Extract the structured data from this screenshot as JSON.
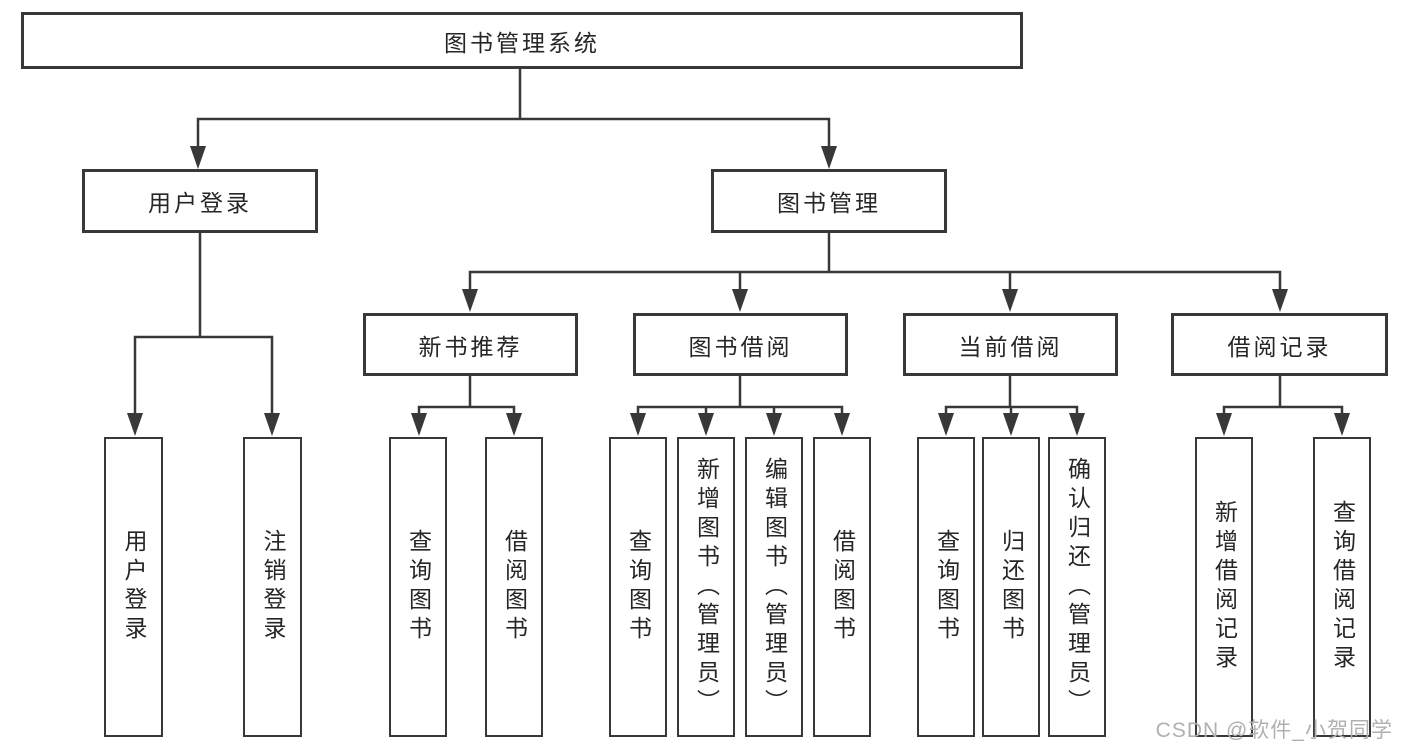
{
  "diagram_title": "图书管理系统",
  "nodes": {
    "root": "图书管理系统",
    "user_login": "用户登录",
    "book_mgmt": "图书管理",
    "new_book_rec": "新书推荐",
    "book_borrow": "图书借阅",
    "current_borrow": "当前借阅",
    "borrow_record": "借阅记录",
    "leaves": {
      "user_login": [
        "用户登录",
        "注销登录"
      ],
      "new_book_rec": [
        "查询图书",
        "借阅图书"
      ],
      "book_borrow": [
        "查询图书",
        "新增图书（管理员）",
        "编辑图书（管理员）",
        "借阅图书"
      ],
      "current_borrow": [
        "查询图书",
        "归还图书",
        "确认归还（管理员）"
      ],
      "borrow_record": [
        "新增借阅记录",
        "查询借阅记录"
      ]
    }
  },
  "watermark": "CSDN @软件_小贺同学",
  "colors": {
    "line": "#383838",
    "box_border": "#383838",
    "text": "#262626",
    "watermark": "#b0b0b0",
    "background": "#ffffff"
  }
}
